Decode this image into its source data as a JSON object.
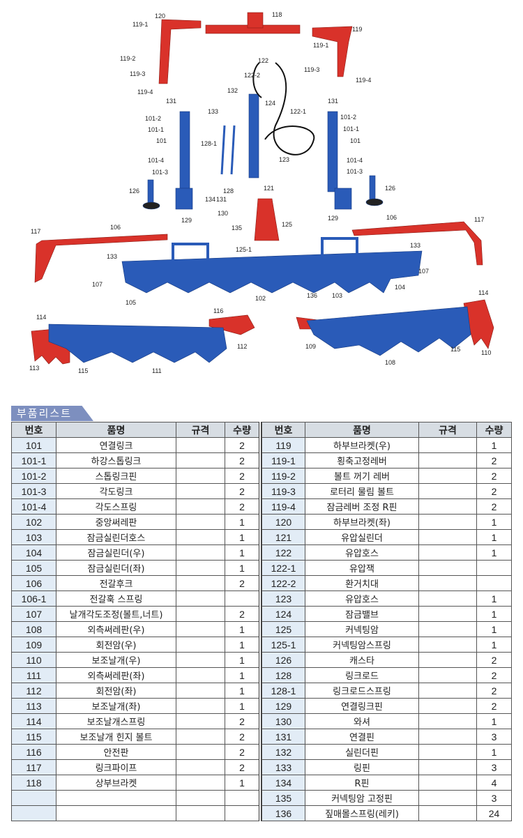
{
  "diagram": {
    "callouts": [
      "120",
      "119-1",
      "118",
      "119",
      "119-1",
      "119-2",
      "119-3",
      "119-4",
      "119-3",
      "119-4",
      "122",
      "122-2",
      "132",
      "131",
      "133",
      "124",
      "122-1",
      "131",
      "101-2",
      "101-1",
      "101",
      "128-1",
      "123",
      "101-2",
      "101-1",
      "101",
      "101-4",
      "101-3",
      "121",
      "101-4",
      "101-3",
      "126",
      "128",
      "126",
      "134",
      "131",
      "130",
      "135",
      "129",
      "129",
      "125",
      "125-1",
      "117",
      "106",
      "106",
      "117",
      "133",
      "133",
      "107",
      "107",
      "105",
      "102",
      "136",
      "103",
      "104",
      "114",
      "116",
      "114",
      "112",
      "109",
      "115",
      "110",
      "113",
      "115",
      "111",
      "108"
    ],
    "colors": {
      "red": "#d9322a",
      "blue": "#2a5bb8"
    }
  },
  "parts_list": {
    "title": "부품리스트",
    "headers": {
      "no": "번호",
      "name": "품명",
      "spec": "규격",
      "qty": "수량"
    },
    "left": [
      [
        "101",
        "연결링크",
        "",
        "2"
      ],
      [
        "101-1",
        "하강스톱링크",
        "",
        "2"
      ],
      [
        "101-2",
        "스톱링크핀",
        "",
        "2"
      ],
      [
        "101-3",
        "각도링크",
        "",
        "2"
      ],
      [
        "101-4",
        "각도스프링",
        "",
        "2"
      ],
      [
        "102",
        "중앙써레판",
        "",
        "1"
      ],
      [
        "103",
        "잠금실린더호스",
        "",
        "1"
      ],
      [
        "104",
        "잠금실린더(우)",
        "",
        "1"
      ],
      [
        "105",
        "잠금실린더(좌)",
        "",
        "1"
      ],
      [
        "106",
        "전갈후크",
        "",
        "2"
      ],
      [
        "106-1",
        "전갈훅 스프링",
        "",
        ""
      ],
      [
        "107",
        "날개각도조정(볼트,너트)",
        "",
        "2"
      ],
      [
        "108",
        "외측써레판(우)",
        "",
        "1"
      ],
      [
        "109",
        "회전암(우)",
        "",
        "1"
      ],
      [
        "110",
        "보조날개(우)",
        "",
        "1"
      ],
      [
        "111",
        "외측써레판(좌)",
        "",
        "1"
      ],
      [
        "112",
        "회전암(좌)",
        "",
        "1"
      ],
      [
        "113",
        "보조날개(좌)",
        "",
        "1"
      ],
      [
        "114",
        "보조날개스프링",
        "",
        "2"
      ],
      [
        "115",
        "보조날개 힌지 볼트",
        "",
        "2"
      ],
      [
        "116",
        "안전판",
        "",
        "2"
      ],
      [
        "117",
        "링크파이프",
        "",
        "2"
      ],
      [
        "118",
        "상부브라켓",
        "",
        "1"
      ],
      [
        "",
        "",
        "",
        ""
      ],
      [
        "",
        "",
        "",
        ""
      ]
    ],
    "right": [
      [
        "119",
        "하부브라켓(우)",
        "",
        "1"
      ],
      [
        "119-1",
        "횡축고정레버",
        "",
        "2"
      ],
      [
        "119-2",
        "볼트 꺼기 레버",
        "",
        "2"
      ],
      [
        "119-3",
        "로터리 물림 볼트",
        "",
        "2"
      ],
      [
        "119-4",
        "잠금레버 조정 R핀",
        "",
        "2"
      ],
      [
        "120",
        "하부브라켓(좌)",
        "",
        "1"
      ],
      [
        "121",
        "유압실린더",
        "",
        "1"
      ],
      [
        "122",
        "유압호스",
        "",
        "1"
      ],
      [
        "122-1",
        "유압잭",
        "",
        ""
      ],
      [
        "122-2",
        "환거치대",
        "",
        ""
      ],
      [
        "123",
        "유압호스",
        "",
        "1"
      ],
      [
        "124",
        "잠금밸브",
        "",
        "1"
      ],
      [
        "125",
        "커넥팅암",
        "",
        "1"
      ],
      [
        "125-1",
        "커넥팅암스프링",
        "",
        "1"
      ],
      [
        "126",
        "캐스타",
        "",
        "2"
      ],
      [
        "128",
        "링크로드",
        "",
        "2"
      ],
      [
        "128-1",
        "링크로드스프링",
        "",
        "2"
      ],
      [
        "129",
        "연결링크핀",
        "",
        "2"
      ],
      [
        "130",
        "와셔",
        "",
        "1"
      ],
      [
        "131",
        "연결핀",
        "",
        "3"
      ],
      [
        "132",
        "실린더핀",
        "",
        "1"
      ],
      [
        "133",
        "링핀",
        "",
        "3"
      ],
      [
        "134",
        "R핀",
        "",
        "4"
      ],
      [
        "135",
        "커넥팅암 고정핀",
        "",
        "3"
      ],
      [
        "136",
        "짚매몰스프링(레키)",
        "",
        "24"
      ]
    ]
  }
}
